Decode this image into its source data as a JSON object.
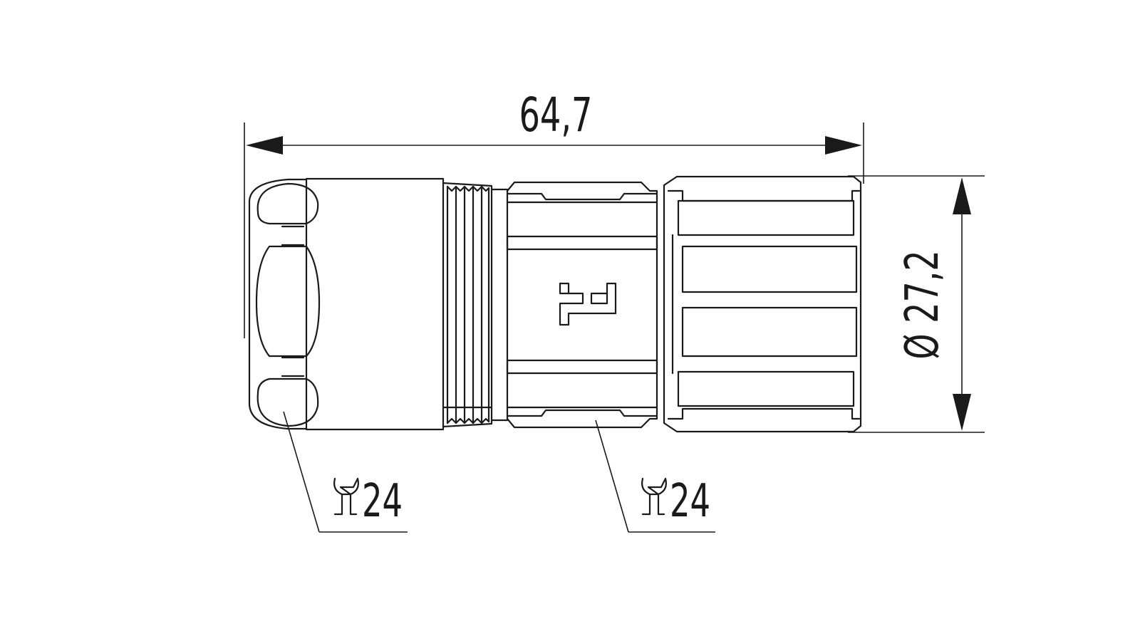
{
  "dimensions": {
    "length": "64,7",
    "diameter": "Ø 27,2"
  },
  "wrench_callouts": [
    {
      "size": "24",
      "icon": "wrench-icon"
    },
    {
      "size": "24",
      "icon": "wrench-icon"
    }
  ],
  "logo": {
    "icon": "manufacturer-logo"
  },
  "colors": {
    "line": "#1a1a1a",
    "background": "#ffffff"
  }
}
